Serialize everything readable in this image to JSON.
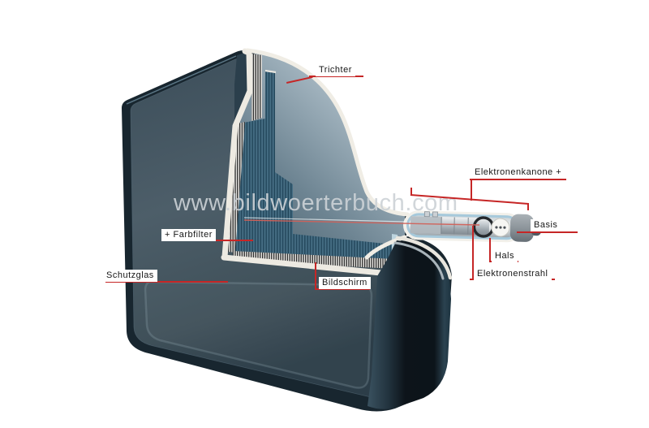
{
  "watermark": {
    "text": "www.bildwoerterbuch.com"
  },
  "labels": {
    "trichter": "Trichter",
    "elektronenkanone": "Elektronenkanone +",
    "basis": "Basis",
    "hals": "Hals",
    "elektronenstrahl": "Elektronenstrahl",
    "bildschirm": "Bildschirm",
    "farbfilter": "+ Farbfilter",
    "schutzglas": "Schutzglas"
  },
  "colors": {
    "annotation_red": "#c62626",
    "label_text": "#161616",
    "watermark_gray": "#ccd2d6",
    "glass_dark": "#18262f",
    "glass_face": "#46575f",
    "filter_blue": "#41697f",
    "funnel_light": "#c6d1d8",
    "neck_rim_blue": "#a6c9db",
    "cut_edge_cream": "#edeae2"
  }
}
